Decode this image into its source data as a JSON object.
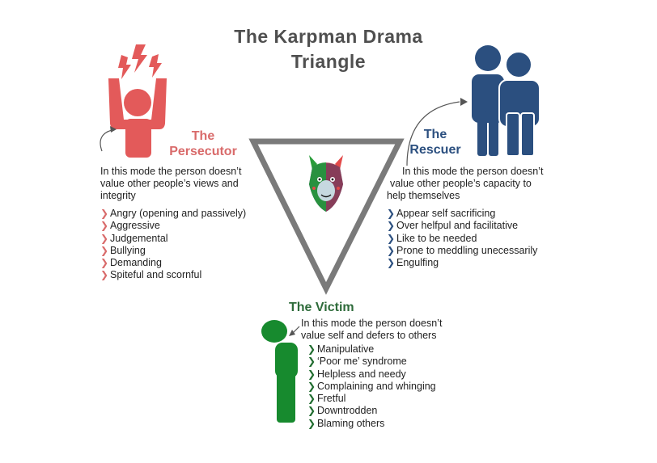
{
  "title_line1": "The Karpman Drama",
  "title_line2": "Triangle",
  "colors": {
    "persecutor": "#e35a5a",
    "persecutor_label": "#d96b6b",
    "rescuer": "#2b4f7f",
    "victim": "#178a2e",
    "victim_label": "#2e6b3a",
    "triangle": "#7a7a7a",
    "title": "#4f4f4f"
  },
  "persecutor": {
    "name_line1": "The",
    "name_line2": "Persecutor",
    "desc_line1": "In this mode the person doesn’t",
    "desc_line2": "value other people’s views and",
    "desc_line3": "integrity",
    "points": [
      "Angry (opening and passively)",
      "Aggressive",
      "Judgemental",
      "Bullying",
      "Demanding",
      "Spiteful and scornful"
    ]
  },
  "rescuer": {
    "name_line1": "The",
    "name_line2": "Rescuer",
    "desc_line1": "In this mode the person doesn’t",
    "desc_line2": "value other people’s capacity to",
    "desc_line3": "help themselves",
    "points": [
      "Appear self sacrificing",
      "Over helfpul and facilitative",
      "Like to be needed",
      "Prone to meddling unecessarily",
      "Engulfing"
    ]
  },
  "victim": {
    "name": "The Victim",
    "desc_line1": "In this mode the person doesn’t",
    "desc_line2": "value self and defers to others",
    "points": [
      "Manipulative",
      "‘Poor me’ syndrome",
      "Helpless and needy",
      "Complaining and whinging",
      "Fretful",
      "Downtrodden",
      "Blaming others"
    ]
  }
}
